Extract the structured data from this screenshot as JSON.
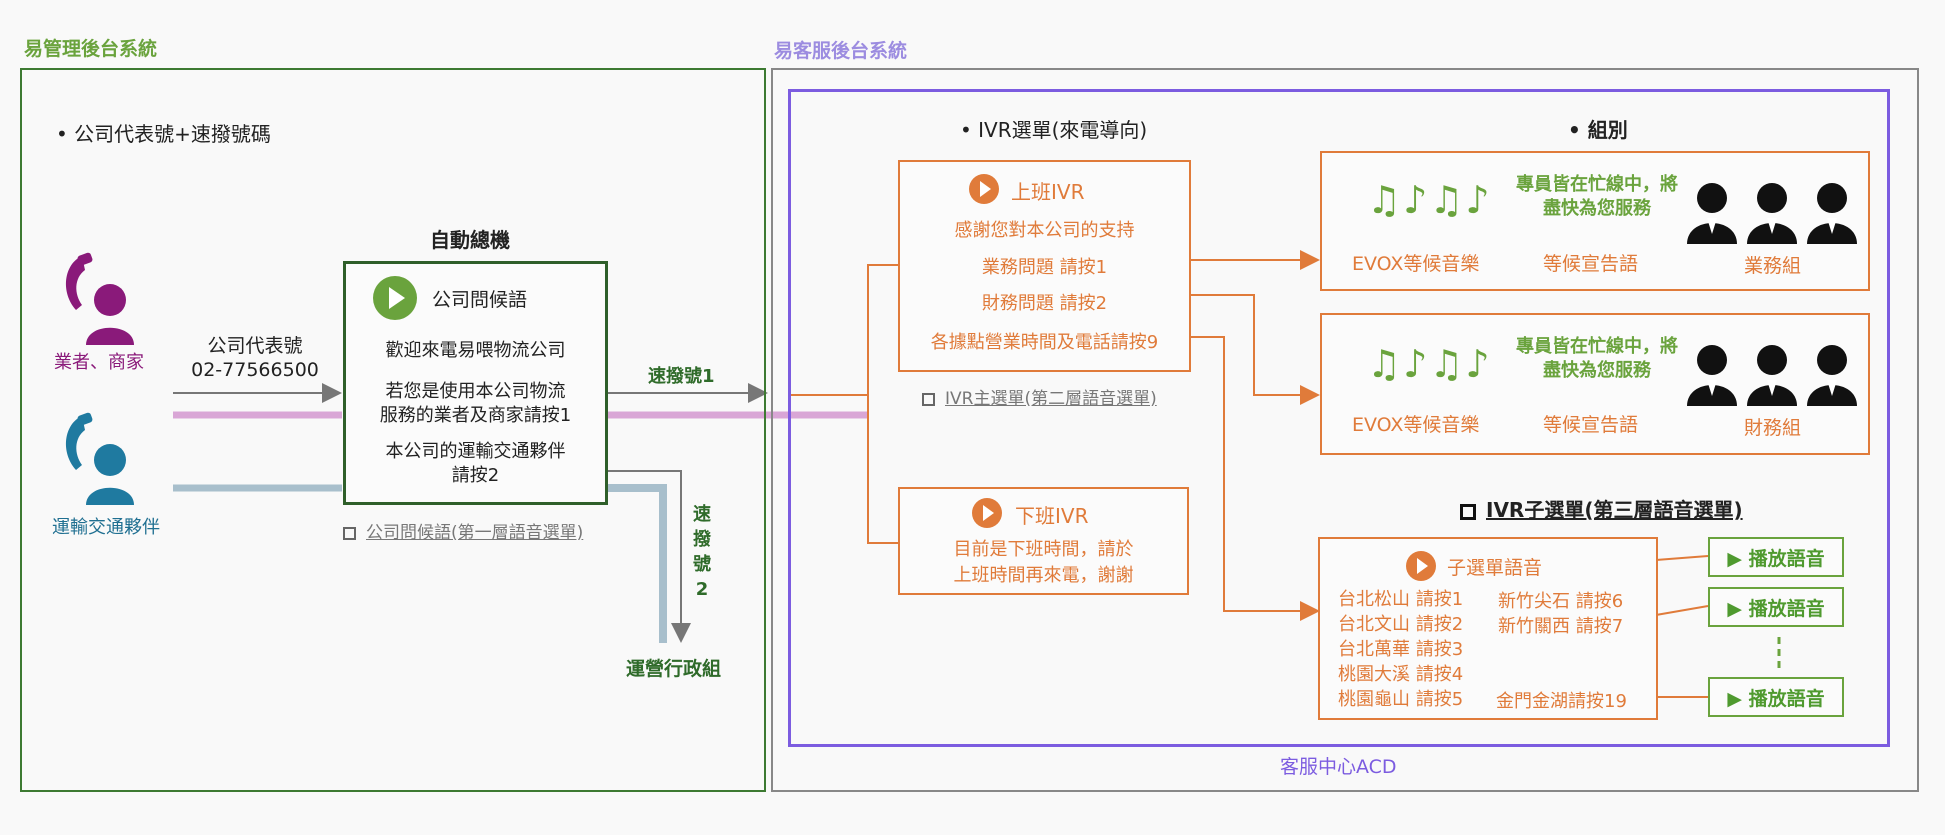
{
  "left_system": {
    "title": "易管理後台系統",
    "bullet": "公司代表號+速撥號碼",
    "caller_merchant": "業者、商家",
    "caller_partner": "運輸交通夥伴",
    "company_number_label": "公司代表號",
    "company_number": "02-77566500",
    "auto_attendant_title": "自動總機",
    "greeting_title": "公司問候語",
    "greeting_line1": "歡迎來電易喂物流公司",
    "greeting_line2a": "若您是使用本公司物流",
    "greeting_line2b": "服務的業者及商家請按1",
    "greeting_line3a": "本公司的運輸交通夥伴",
    "greeting_line3b": "請按2",
    "greeting_menu_label": "公司問候語(第一層語音選單)",
    "speed_dial_1": "速撥號1",
    "speed_dial_2": [
      "速",
      "撥",
      "號",
      "2"
    ],
    "ops_group": "運營行政組"
  },
  "right_system": {
    "title": "易客服後台系統",
    "acd_label": "客服中心ACD",
    "ivr_heading": "IVR選單(來電導向)",
    "group_heading": "組別",
    "work_ivr": {
      "title": "上班IVR",
      "lines": [
        "感謝您對本公司的支持",
        "業務問題 請按1",
        "財務問題 請按2",
        "各據點營業時間及電話請按9"
      ]
    },
    "ivr_main_label": "IVR主選單(第二層語音選單)",
    "off_ivr": {
      "title": "下班IVR",
      "lines": [
        "目前是下班時間，請於",
        "上班時間再來電，謝謝"
      ]
    },
    "groups": [
      {
        "busy_line1": "專員皆在忙線中，將",
        "busy_line2": "盡快為您服務",
        "music_label": "EVOX等候音樂",
        "announce_label": "等候宣告語",
        "group_name": "業務組"
      },
      {
        "busy_line1": "專員皆在忙線中，將",
        "busy_line2": "盡快為您服務",
        "music_label": "EVOX等候音樂",
        "announce_label": "等候宣告語",
        "group_name": "財務組"
      }
    ],
    "submenu_heading": "IVR子選單(第三層語音選單)",
    "submenu": {
      "title": "子選單語音",
      "left_items": [
        "台北松山 請按1",
        "台北文山 請按2",
        "台北萬華 請按3",
        "桃園大溪 請按4",
        "桃園龜山 請按5"
      ],
      "right_items": [
        "新竹尖石 請按6",
        "新竹關西 請按7",
        "金門金湖請按19"
      ]
    },
    "play_buttons": [
      "▶ 播放語音",
      "▶ 播放語音",
      "▶ 播放語音"
    ]
  },
  "colors": {
    "left_border": "#3d7a32",
    "acd_border": "#7c5ce0",
    "orange": "#e07b3a",
    "green": "#6aa33d",
    "merchant_line": "#d9a6d6",
    "partner_line": "#a8bfcc"
  },
  "icons": {
    "caller": "phone-person-icon",
    "play": "play-circle-icon",
    "music": "music-notes-icon",
    "agent": "agent-person-icon"
  }
}
